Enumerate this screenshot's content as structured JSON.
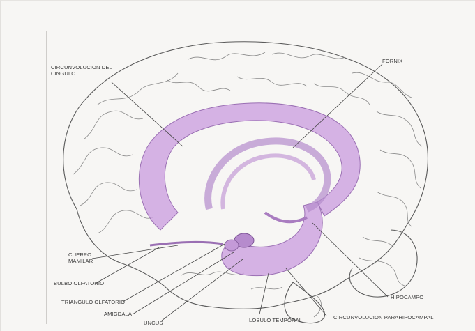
{
  "labels": {
    "cingulo_line1": "CIRCUNVOLUCION DEL",
    "cingulo_line2": "CINGULO",
    "fornix": "FORNIX",
    "cuerpo_line1": "CUERPO",
    "cuerpo_line2": "MAMILAR",
    "bulbo": "BULBO OLFATORIO",
    "triangulo": "TRIANGULO OLFATORIO",
    "amigdala": "AMIGDALA",
    "uncus": "UNCUS",
    "lobulo": "LOBULO TEMPORAL",
    "parahipocampal": "CIRCUNVOLUCION PARAHIPOCAMPAL",
    "hipocampo": "HIPOCAMPO"
  },
  "colors": {
    "limbic": "#cfa6e0",
    "limbic_dark": "#a97cc0",
    "outline": "#555555",
    "leader": "#444444"
  }
}
